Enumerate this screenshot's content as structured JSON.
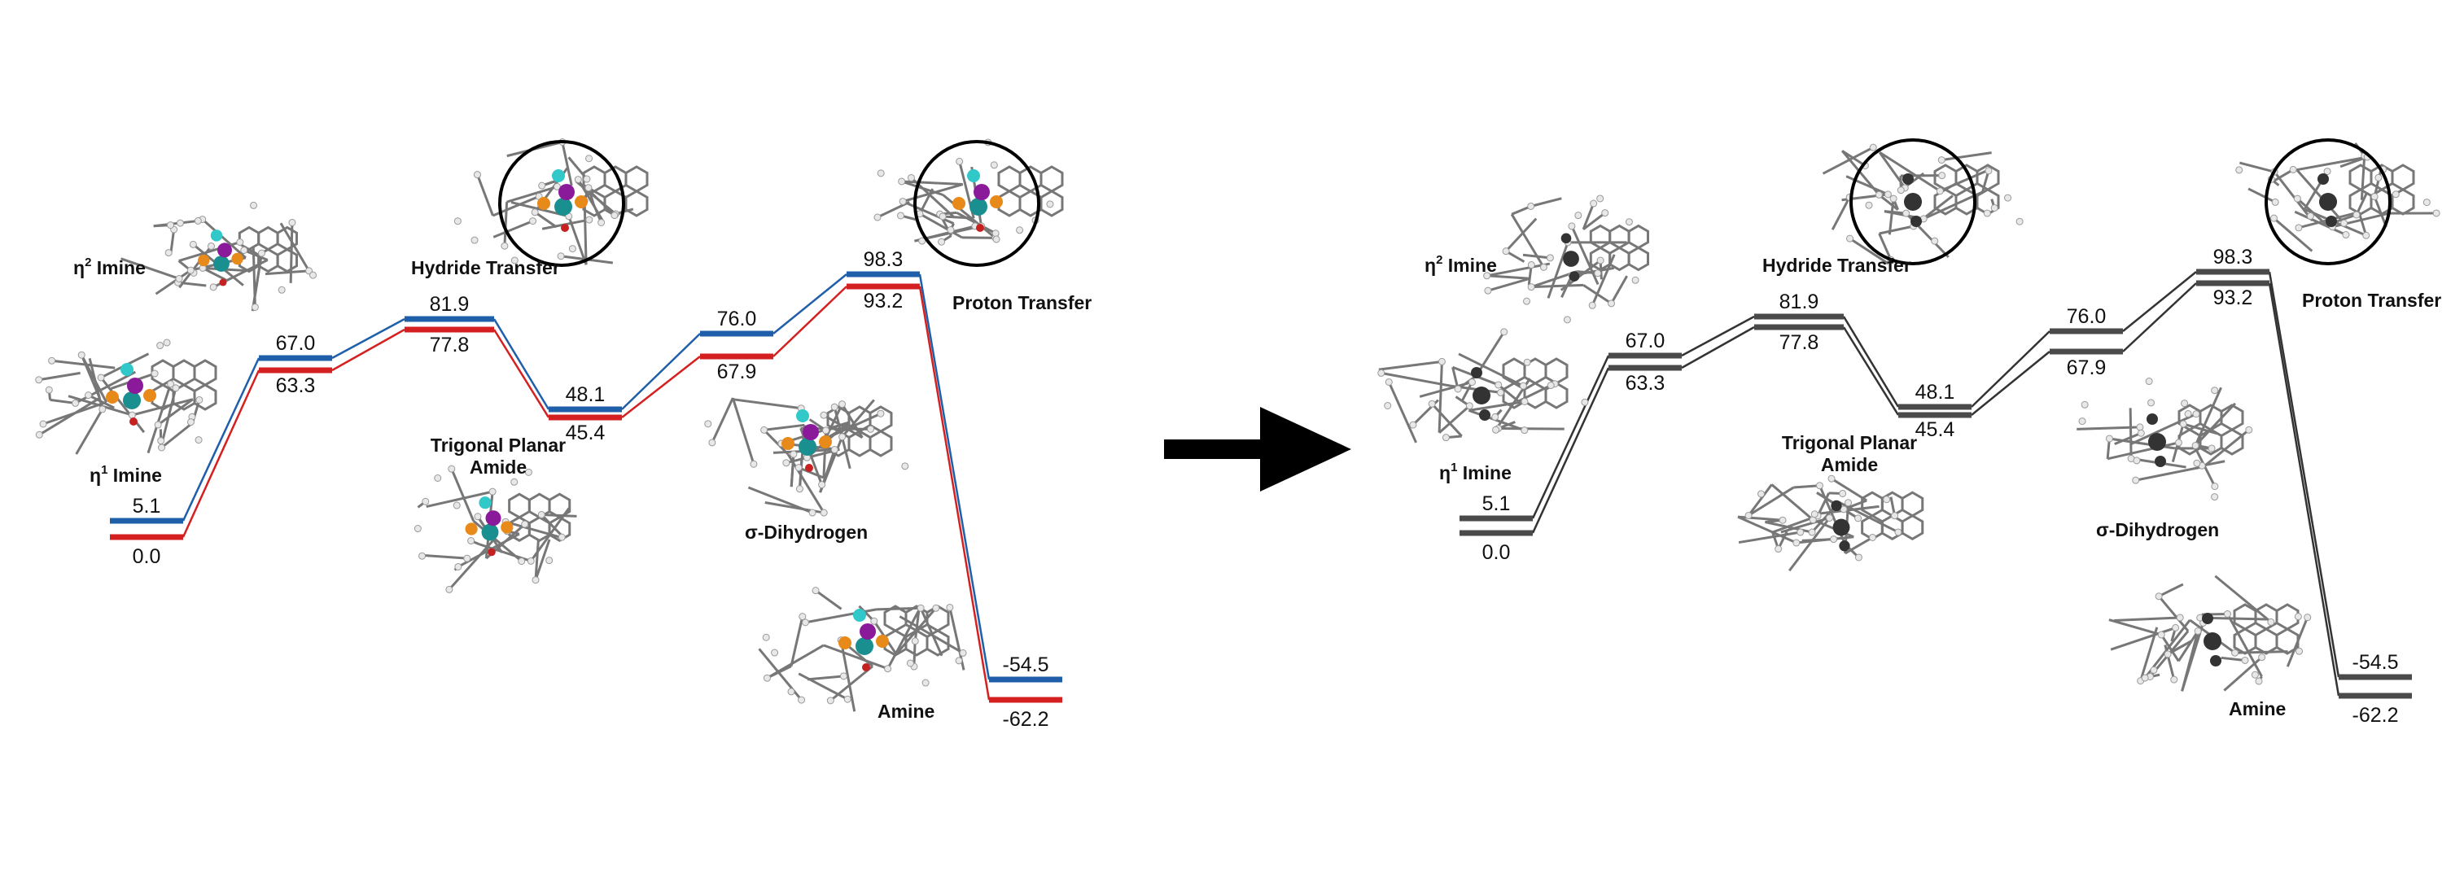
{
  "panels": [
    {
      "id": "colored",
      "upper_color": "#1f5faa",
      "lower_color": "#d42020",
      "connector_upper_color": "#1f5faa",
      "connector_lower_color": "#d42020",
      "levels": [
        {
          "upper": "5.1",
          "lower": "0.0"
        },
        {
          "upper": "67.0",
          "lower": "63.3"
        },
        {
          "upper": "81.9",
          "lower": "77.8"
        },
        {
          "upper": "48.1",
          "lower": "45.4"
        },
        {
          "upper": "76.0",
          "lower": "67.9"
        },
        {
          "upper": "98.3",
          "lower": "93.2"
        },
        {
          "upper": "-54.5",
          "lower": "-62.2"
        }
      ],
      "labels": {
        "eta2_imine": "Imine",
        "eta1_imine": "Imine",
        "hydride_transfer": "Hydride Transfer",
        "trigonal_line1": "Trigonal Planar",
        "trigonal_line2": "Amide",
        "sigma_dihydrogen": "σ-Dihydrogen",
        "proton_transfer": "Proton Transfer",
        "amine": "Amine"
      }
    },
    {
      "id": "grayscale",
      "upper_color": "#4a4a4a",
      "lower_color": "#4a4a4a",
      "connector_upper_color": "#333333",
      "connector_lower_color": "#333333",
      "levels": [
        {
          "upper": "5.1",
          "lower": "0.0"
        },
        {
          "upper": "67.0",
          "lower": "63.3"
        },
        {
          "upper": "81.9",
          "lower": "77.8"
        },
        {
          "upper": "48.1",
          "lower": "45.4"
        },
        {
          "upper": "76.0",
          "lower": "67.9"
        },
        {
          "upper": "98.3",
          "lower": "93.2"
        },
        {
          "upper": "-54.5",
          "lower": "-62.2"
        }
      ],
      "labels": {
        "eta2_imine": "Imine",
        "eta1_imine": "Imine",
        "hydride_transfer": "Hydride Transfer",
        "trigonal_line1": "Trigonal Planar",
        "trigonal_line2": "Amide",
        "sigma_dihydrogen": "σ-Dihydrogen",
        "proton_transfer": "Proton Transfer",
        "amine": "Amine"
      }
    }
  ],
  "eta_symbol": "η",
  "eta2_sup": "2",
  "eta1_sup": "1",
  "arrow_color": "#000000",
  "molecule_colors": {
    "carbon_gray": "#777777",
    "hydrogen": "#e8e8e8",
    "metal_teal": "#1a8f8f",
    "phosphorus_orange": "#e88a1a",
    "hydride_purple": "#8a1a9a",
    "silicon_cyan": "#30c8c8",
    "mono_atom": "#333333"
  }
}
